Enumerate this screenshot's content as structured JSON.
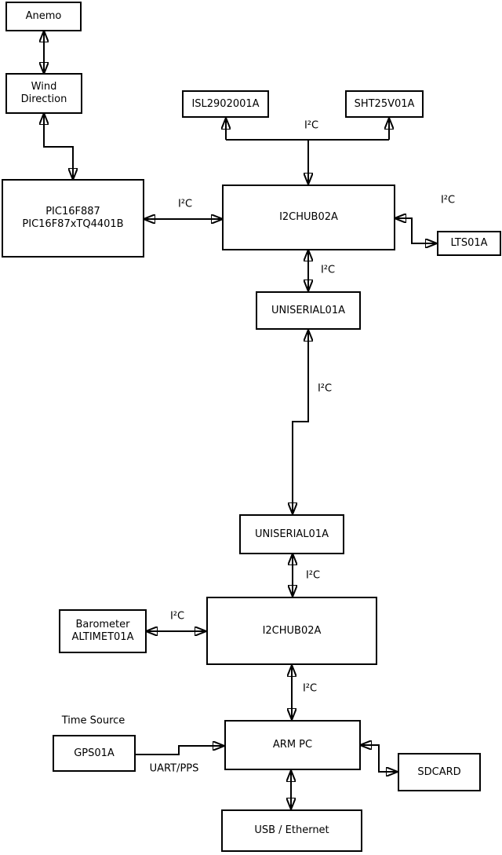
{
  "diagram": {
    "nodes": {
      "anemo": {
        "label": "Anemo"
      },
      "wind_direction": {
        "line1": "Wind",
        "line2": "Direction"
      },
      "pic": {
        "line1": "PIC16F887",
        "line2": "PIC16F87xTQ4401B"
      },
      "isl": {
        "label": "ISL2902001A"
      },
      "sht": {
        "label": "SHT25V01A"
      },
      "i2chub_top": {
        "label": "I2CHUB02A"
      },
      "lts": {
        "label": "LTS01A"
      },
      "uniserial_top": {
        "label": "UNISERIAL01A"
      },
      "uniserial_bottom": {
        "label": "UNISERIAL01A"
      },
      "i2chub_bottom": {
        "label": "I2CHUB02A"
      },
      "barometer": {
        "line1": "Barometer",
        "line2": "ALTIMET01A"
      },
      "gps": {
        "label": "GPS01A"
      },
      "arm_pc": {
        "label": "ARM PC"
      },
      "sdcard": {
        "label": "SDCARD"
      },
      "usb_ethernet": {
        "label": "USB / Ethernet"
      }
    },
    "edge_labels": {
      "i2c_bus_top": "I²C",
      "i2c_pic_hub": "I²C",
      "i2c_lts": "I²C",
      "i2c_hub_uniserial": "I²C",
      "i2c_long_link": "I²C",
      "i2c_uniserial_hub2": "I²C",
      "i2c_barometer": "I²C",
      "i2c_hub2_armpc": "I²C",
      "time_source": "Time Source",
      "uart_pps": "UART/PPS"
    },
    "colors": {
      "background": "#ffffff",
      "line": "#000000",
      "box_border": "#000000",
      "box_fill": "#ffffff",
      "text": "#000000"
    }
  }
}
